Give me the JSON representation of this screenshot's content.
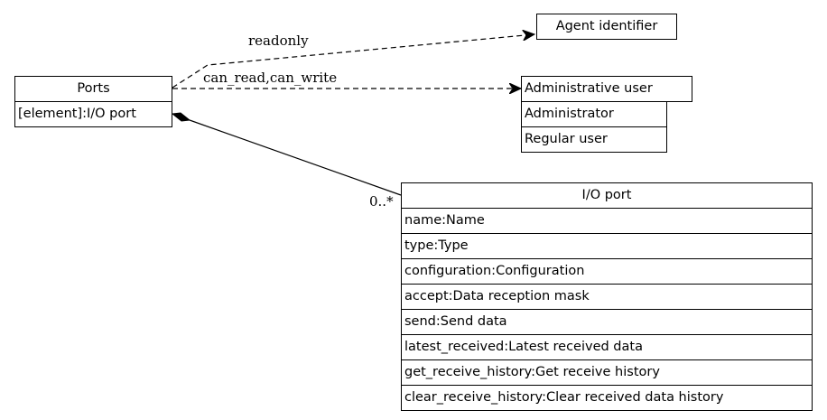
{
  "diagram": {
    "nodes": {
      "ports": {
        "title": "Ports",
        "attributes": [
          "[element]:I/O port"
        ]
      },
      "agent_identifier": {
        "title": "Agent identifier",
        "attributes": []
      },
      "administrative_user": {
        "title": "Administrative user",
        "attributes": [
          "Administrator",
          "Regular user"
        ]
      },
      "io_port": {
        "title": "I/O port",
        "attributes": [
          "name:Name",
          "type:Type",
          "configuration:Configuration",
          "accept:Data reception mask",
          "send:Send data",
          "latest_received:Latest received data",
          "get_receive_history:Get receive history",
          "clear_receive_history:Clear received data history"
        ]
      }
    },
    "edges": {
      "ports_to_agent": {
        "label": "readonly",
        "style": "dashed",
        "head": "open-arrow"
      },
      "ports_to_admin": {
        "label": "can_read,can_write",
        "style": "dashed",
        "head": "open-arrow"
      },
      "ports_to_ioport": {
        "multiplicity": "0..*",
        "style": "solid",
        "tail": "filled-diamond"
      }
    },
    "colors": {
      "line": "#000000",
      "background": "#ffffff",
      "text": "#000000"
    }
  }
}
